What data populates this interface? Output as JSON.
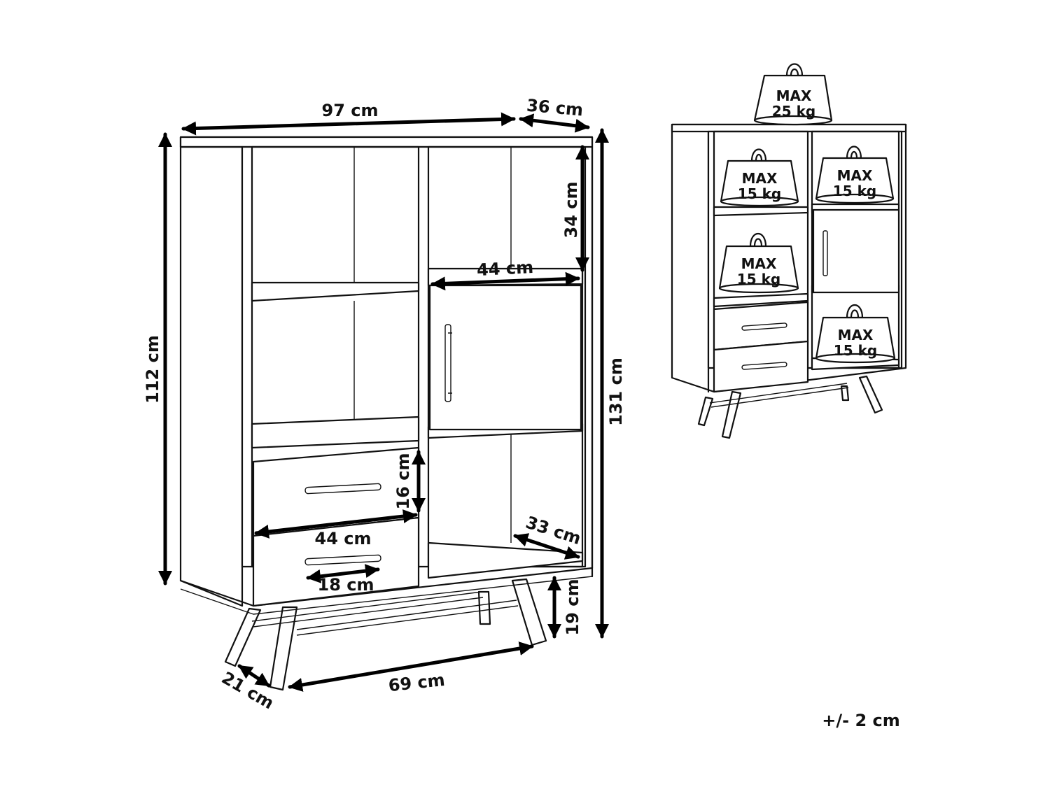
{
  "dimensions": {
    "width": "97 cm",
    "depth": "36 cm",
    "body_height": "112 cm",
    "total_height": "131 cm",
    "compartment_height": "34 cm",
    "door_width": "44 cm",
    "drawer_height": "16 cm",
    "drawer_width": "44 cm",
    "handle_length": "18 cm",
    "inner_depth": "33 cm",
    "leg_height": "19 cm",
    "leg_span": "69 cm",
    "leg_depth": "21 cm"
  },
  "load_limits": {
    "top": {
      "line1": "MAX",
      "line2": "25 kg"
    },
    "shelf_top_left": {
      "line1": "MAX",
      "line2": "15 kg"
    },
    "shelf_top_right": {
      "line1": "MAX",
      "line2": "15 kg"
    },
    "shelf_middle_left": {
      "line1": "MAX",
      "line2": "15 kg"
    },
    "shelf_bottom_right": {
      "line1": "MAX",
      "line2": "15 kg"
    }
  },
  "tolerance": "+/- 2 cm"
}
